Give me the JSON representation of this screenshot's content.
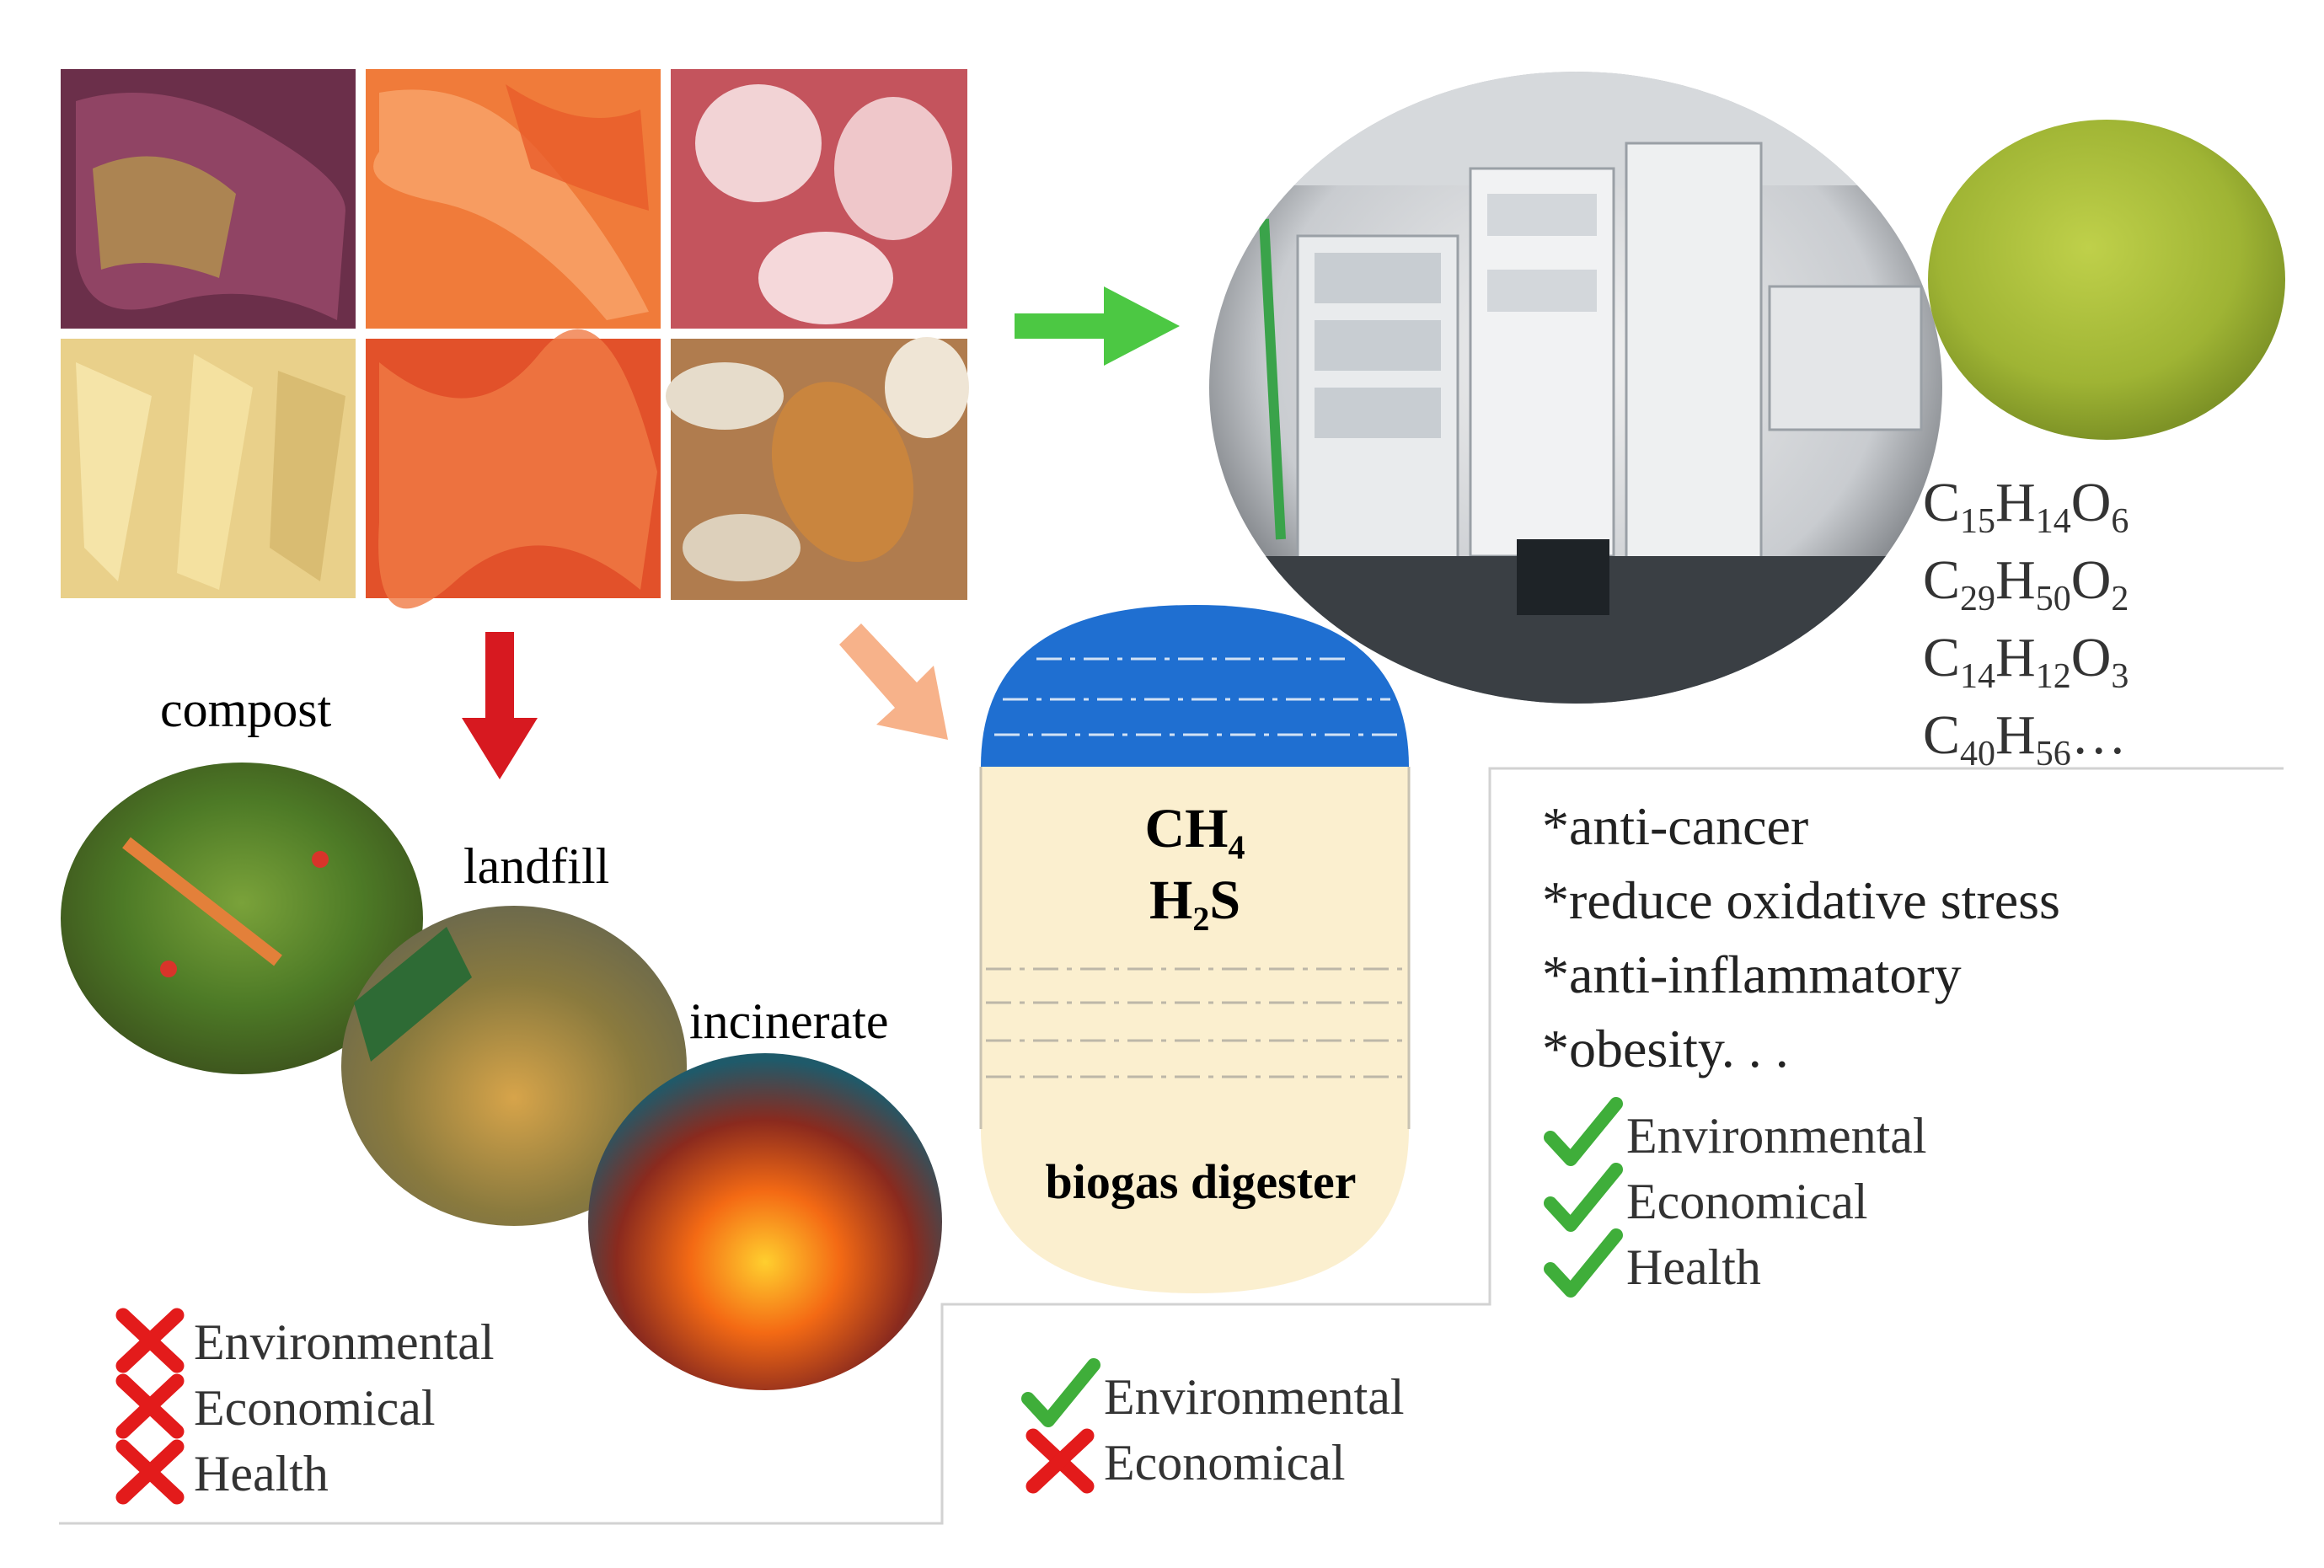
{
  "disposal": {
    "compost": "compost",
    "landfill": "landfill",
    "incinerate": "incinerate",
    "criteria": [
      {
        "label": "Environmental",
        "mark": "cross"
      },
      {
        "label": "Economical",
        "mark": "cross"
      },
      {
        "label": "Health",
        "mark": "cross"
      }
    ]
  },
  "digester": {
    "gas1": "CH",
    "gas1_sub": "4",
    "gas2_a": "H",
    "gas2_sub": "2",
    "gas2_b": "S",
    "label": "biogas digester",
    "criteria": [
      {
        "label": "Environmental",
        "mark": "check"
      },
      {
        "label": "Economical",
        "mark": "cross"
      }
    ]
  },
  "extraction": {
    "formulas": [
      {
        "parts": [
          [
            "C",
            ""
          ],
          [
            "15",
            "sub"
          ],
          [
            "H",
            ""
          ],
          [
            "14",
            "sub"
          ],
          [
            "O",
            ""
          ],
          [
            "6",
            "sub"
          ]
        ]
      },
      {
        "parts": [
          [
            "C",
            ""
          ],
          [
            "29",
            "sub"
          ],
          [
            "H",
            ""
          ],
          [
            "50",
            "sub"
          ],
          [
            "O",
            ""
          ],
          [
            "2",
            "sub"
          ]
        ]
      },
      {
        "parts": [
          [
            "C",
            ""
          ],
          [
            "14",
            "sub"
          ],
          [
            "H",
            ""
          ],
          [
            "12",
            "sub"
          ],
          [
            "O",
            ""
          ],
          [
            "3",
            "sub"
          ]
        ]
      },
      {
        "parts": [
          [
            "C",
            ""
          ],
          [
            "40",
            "sub"
          ],
          [
            "H",
            ""
          ],
          [
            "56",
            "sub"
          ],
          [
            "…",
            ""
          ]
        ]
      }
    ],
    "benefits": [
      "*anti-cancer",
      "*reduce oxidative stress",
      "*anti-inflammatory",
      "*obesity. . ."
    ],
    "criteria": [
      {
        "label": "Environmental",
        "mark": "check"
      },
      {
        "label": "Economical",
        "mark": "check"
      },
      {
        "label": "Health",
        "mark": "check"
      }
    ]
  },
  "colors": {
    "check": "#3fae3a",
    "cross": "#e31b1b",
    "arrow_green": "#4cc843",
    "arrow_red": "#d71920",
    "arrow_orange": "#f7b28a",
    "digester_top": "#1f6fd1",
    "digester_body": "#fbefcf",
    "powder": "#a6b93a"
  },
  "icons": {
    "check": "check-icon",
    "cross": "cross-icon",
    "arrow_right": "arrow-right-icon",
    "arrow_down": "arrow-down-icon",
    "arrow_diag": "arrow-diagonal-icon"
  }
}
